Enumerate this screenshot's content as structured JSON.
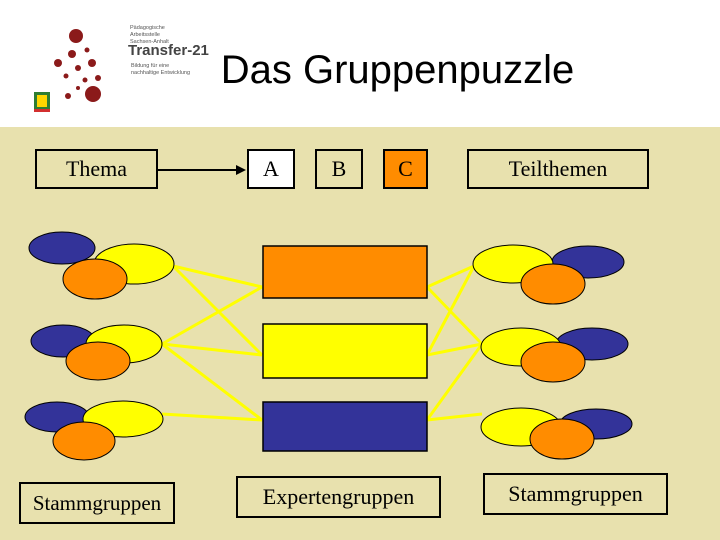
{
  "logo": {
    "small_text": [
      "Pädagogische Arbeitsstelle",
      "Sachsen-Anhalt"
    ],
    "title": "Transfer-21",
    "sub_text": [
      "Bildung für eine",
      "nachhaltige Entwicklung"
    ]
  },
  "title": "Das Gruppenpuzzle",
  "boxes": {
    "thema": "Thema",
    "a": "A",
    "b": "B",
    "c": "C",
    "teilthemen": "Teilthemen",
    "stammgruppen_left": "Stammgruppen",
    "expertengruppen": "Expertengruppen",
    "stammgruppen_right": "Stammgruppen"
  },
  "colors": {
    "background": "#e8e1ae",
    "blue": "#333399",
    "yellow": "#ffff00",
    "orange": "#ff8c00",
    "line": "#ffff00",
    "logo_dot": "#8b1a1a"
  }
}
